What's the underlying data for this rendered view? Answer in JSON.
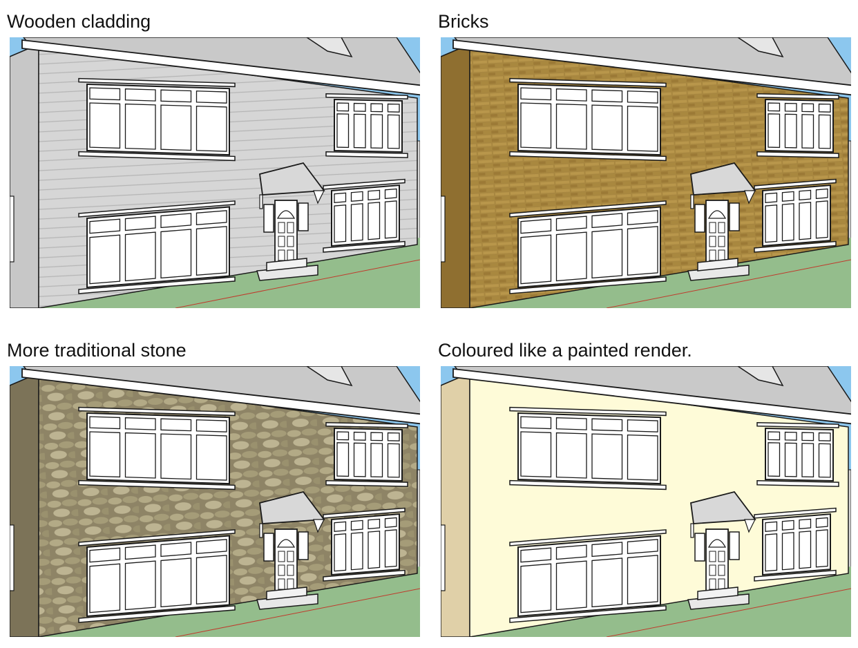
{
  "panels": [
    {
      "caption": "Wooden cladding",
      "material": "wooden-cladding",
      "wall_color": "#d6d6d6",
      "side_color": "#c7c7c7"
    },
    {
      "caption": "Bricks",
      "material": "bricks",
      "wall_color": "#a88740",
      "side_color": "#8f6f30"
    },
    {
      "caption": "More traditional stone",
      "material": "stone",
      "wall_color": "#8e8466",
      "side_color": "#7c7358"
    },
    {
      "caption": "Coloured like a painted render.",
      "material": "painted-render",
      "wall_color": "#fefbd8",
      "side_color": "#e0d0a8"
    }
  ],
  "colors": {
    "sky": "#8cc7ee",
    "grass": "#94bd8c",
    "roof": "#c9c9c9",
    "window": "#ffffff",
    "outline": "#1a1a1a"
  }
}
